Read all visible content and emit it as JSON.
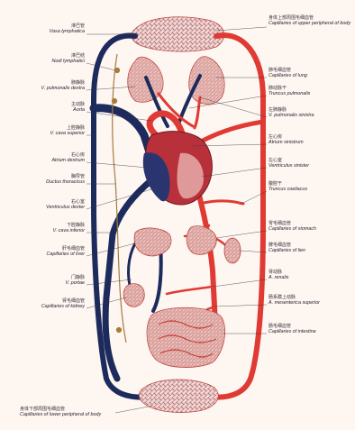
{
  "colors": {
    "artery": "#e03a34",
    "vein": "#1d2a5c",
    "lymph": "#a67c3d",
    "capillary": "#d99a92",
    "background": "#fdf6f1"
  },
  "labels_left": [
    {
      "id": "vasa-lymphatica",
      "cn": "淋巴管",
      "en": "Vasa lymphatica"
    },
    {
      "id": "nodi-lymphatici",
      "cn": "淋巴结",
      "en": "Nodi lymphatici"
    },
    {
      "id": "v-pulmonalis-dextra",
      "cn": "肺静脉",
      "en": "V. pulmonalis dextra"
    },
    {
      "id": "aorta",
      "cn": "主动脉",
      "en": "Aorta"
    },
    {
      "id": "v-cava-superior",
      "cn": "上腔静脉",
      "en": "V. cava superior"
    },
    {
      "id": "atrium-dextrum",
      "cn": "右心房",
      "en": "Atrium dextrum"
    },
    {
      "id": "ductus-thoracicus",
      "cn": "胸导管",
      "en": "Ductus thoracicus"
    },
    {
      "id": "ventriculus-dexter",
      "cn": "右心室",
      "en": "Ventriculus dexter"
    },
    {
      "id": "v-cava-inferior",
      "cn": "下腔静脉",
      "en": "V. cava inferior"
    },
    {
      "id": "capillaries-of-liver",
      "cn": "肝毛细血管",
      "en": "Capillaries of liver"
    },
    {
      "id": "v-portae",
      "cn": "门静脉",
      "en": "V. portae"
    },
    {
      "id": "capillaries-of-kidney",
      "cn": "肾毛细血管",
      "en": "Capillaries of kidney"
    }
  ],
  "labels_right": [
    {
      "id": "capillaries-upper-body",
      "cn": "身体上部周围毛细血管",
      "en": "Capillaries of upper peripheral of body"
    },
    {
      "id": "capillaries-of-lung",
      "cn": "肺毛细血管",
      "en": "Capillaries of lung"
    },
    {
      "id": "truncus-pulmonalis",
      "cn": "肺动脉干",
      "en": "Truncus pulmonalis"
    },
    {
      "id": "v-pulmonalis-sinistra",
      "cn": "左肺静脉",
      "en": "V. pulmonalis sinistra"
    },
    {
      "id": "atrium-sinistrum",
      "cn": "左心房",
      "en": "Atrium sinistrum"
    },
    {
      "id": "ventriculus-sinister",
      "cn": "左心室",
      "en": "Ventriculus sinister"
    },
    {
      "id": "truncus-coeliacus",
      "cn": "腹腔干",
      "en": "Truncus coeliacus"
    },
    {
      "id": "capillaries-of-stomach",
      "cn": "胃毛细血管",
      "en": "Capillaries of stomach"
    },
    {
      "id": "capillaries-of-lien",
      "cn": "脾毛细血管",
      "en": "Capillaries of lien"
    },
    {
      "id": "a-renalis",
      "cn": "肾动脉",
      "en": "A. renalis"
    },
    {
      "id": "a-mesenterica-superior",
      "cn": "肠系膜上动脉",
      "en": "A. mesenterica superior"
    },
    {
      "id": "capillaries-of-intestine",
      "cn": "肠毛细血管",
      "en": "Capillaries of intestine"
    }
  ],
  "label_bottom": {
    "id": "capillaries-lower-body",
    "cn": "身体下部周围毛细血管",
    "en": "Capillaries of lower peripheral of body"
  }
}
